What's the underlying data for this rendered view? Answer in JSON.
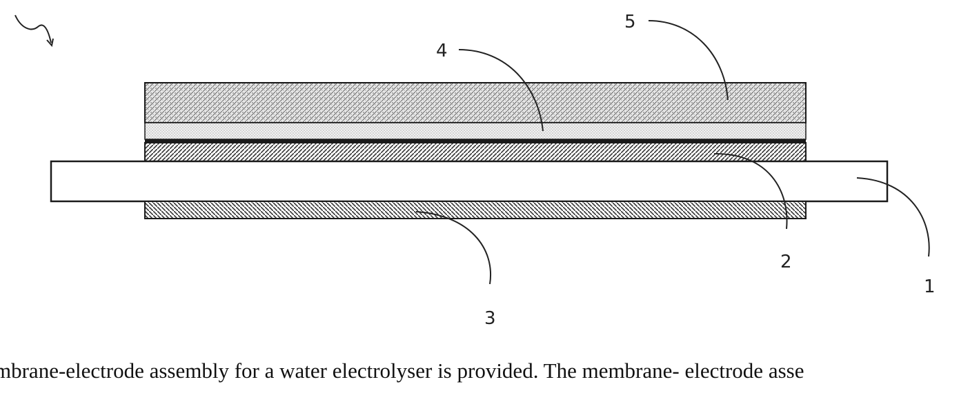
{
  "figure": {
    "labels": {
      "membrane": "1",
      "anode_catalyst_layer": "2",
      "cathode_catalyst_layer": "3",
      "porous_transport_layer": "4",
      "gas_diffusion_layer": "5"
    },
    "colors": {
      "outline": "#1a1a1a",
      "membrane_fill": "#ffffff",
      "hatch": "#555555",
      "leader": "#222222"
    }
  },
  "caption": {
    "text": "mbrane-electrode assembly for a water electrolyser is provided. The membrane- electrode asse"
  }
}
